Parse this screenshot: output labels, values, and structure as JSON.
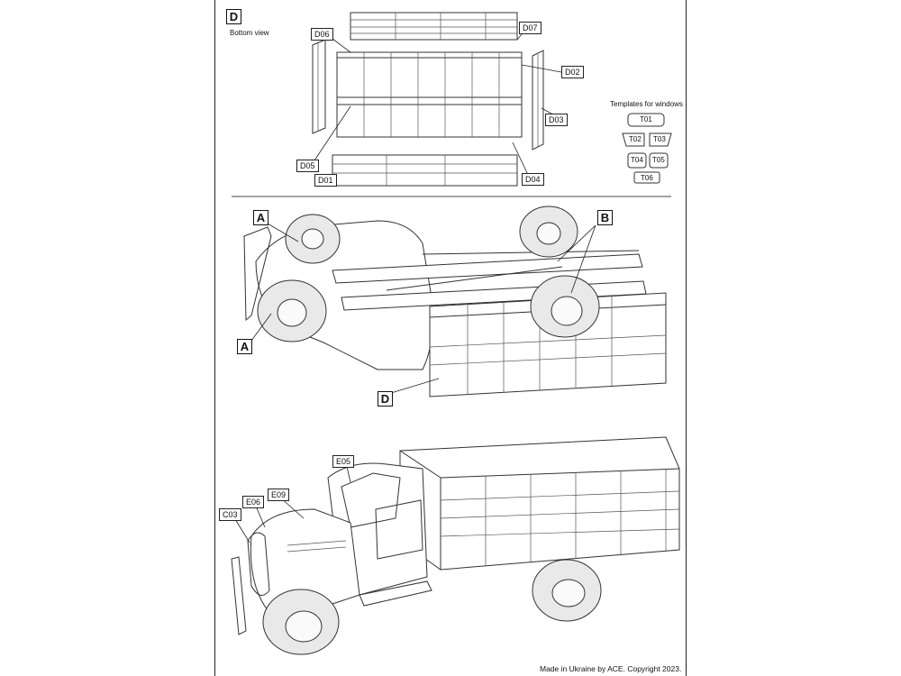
{
  "panel_d": {
    "marker": "D",
    "subtitle": "Bottom view",
    "parts": [
      "D06",
      "D07",
      "D02",
      "D03",
      "D05",
      "D01",
      "D04"
    ]
  },
  "templates": {
    "title": "Templates for windows",
    "items": [
      "T01",
      "T02",
      "T03",
      "T04",
      "T05",
      "T06"
    ]
  },
  "assembly": {
    "markers": [
      "A",
      "B",
      "A",
      "D"
    ]
  },
  "final_view": {
    "parts": [
      "E05",
      "E06",
      "E09",
      "C03"
    ]
  },
  "footer": {
    "made_in": "Made in Ukraine by ACE. Copyright 2023."
  }
}
